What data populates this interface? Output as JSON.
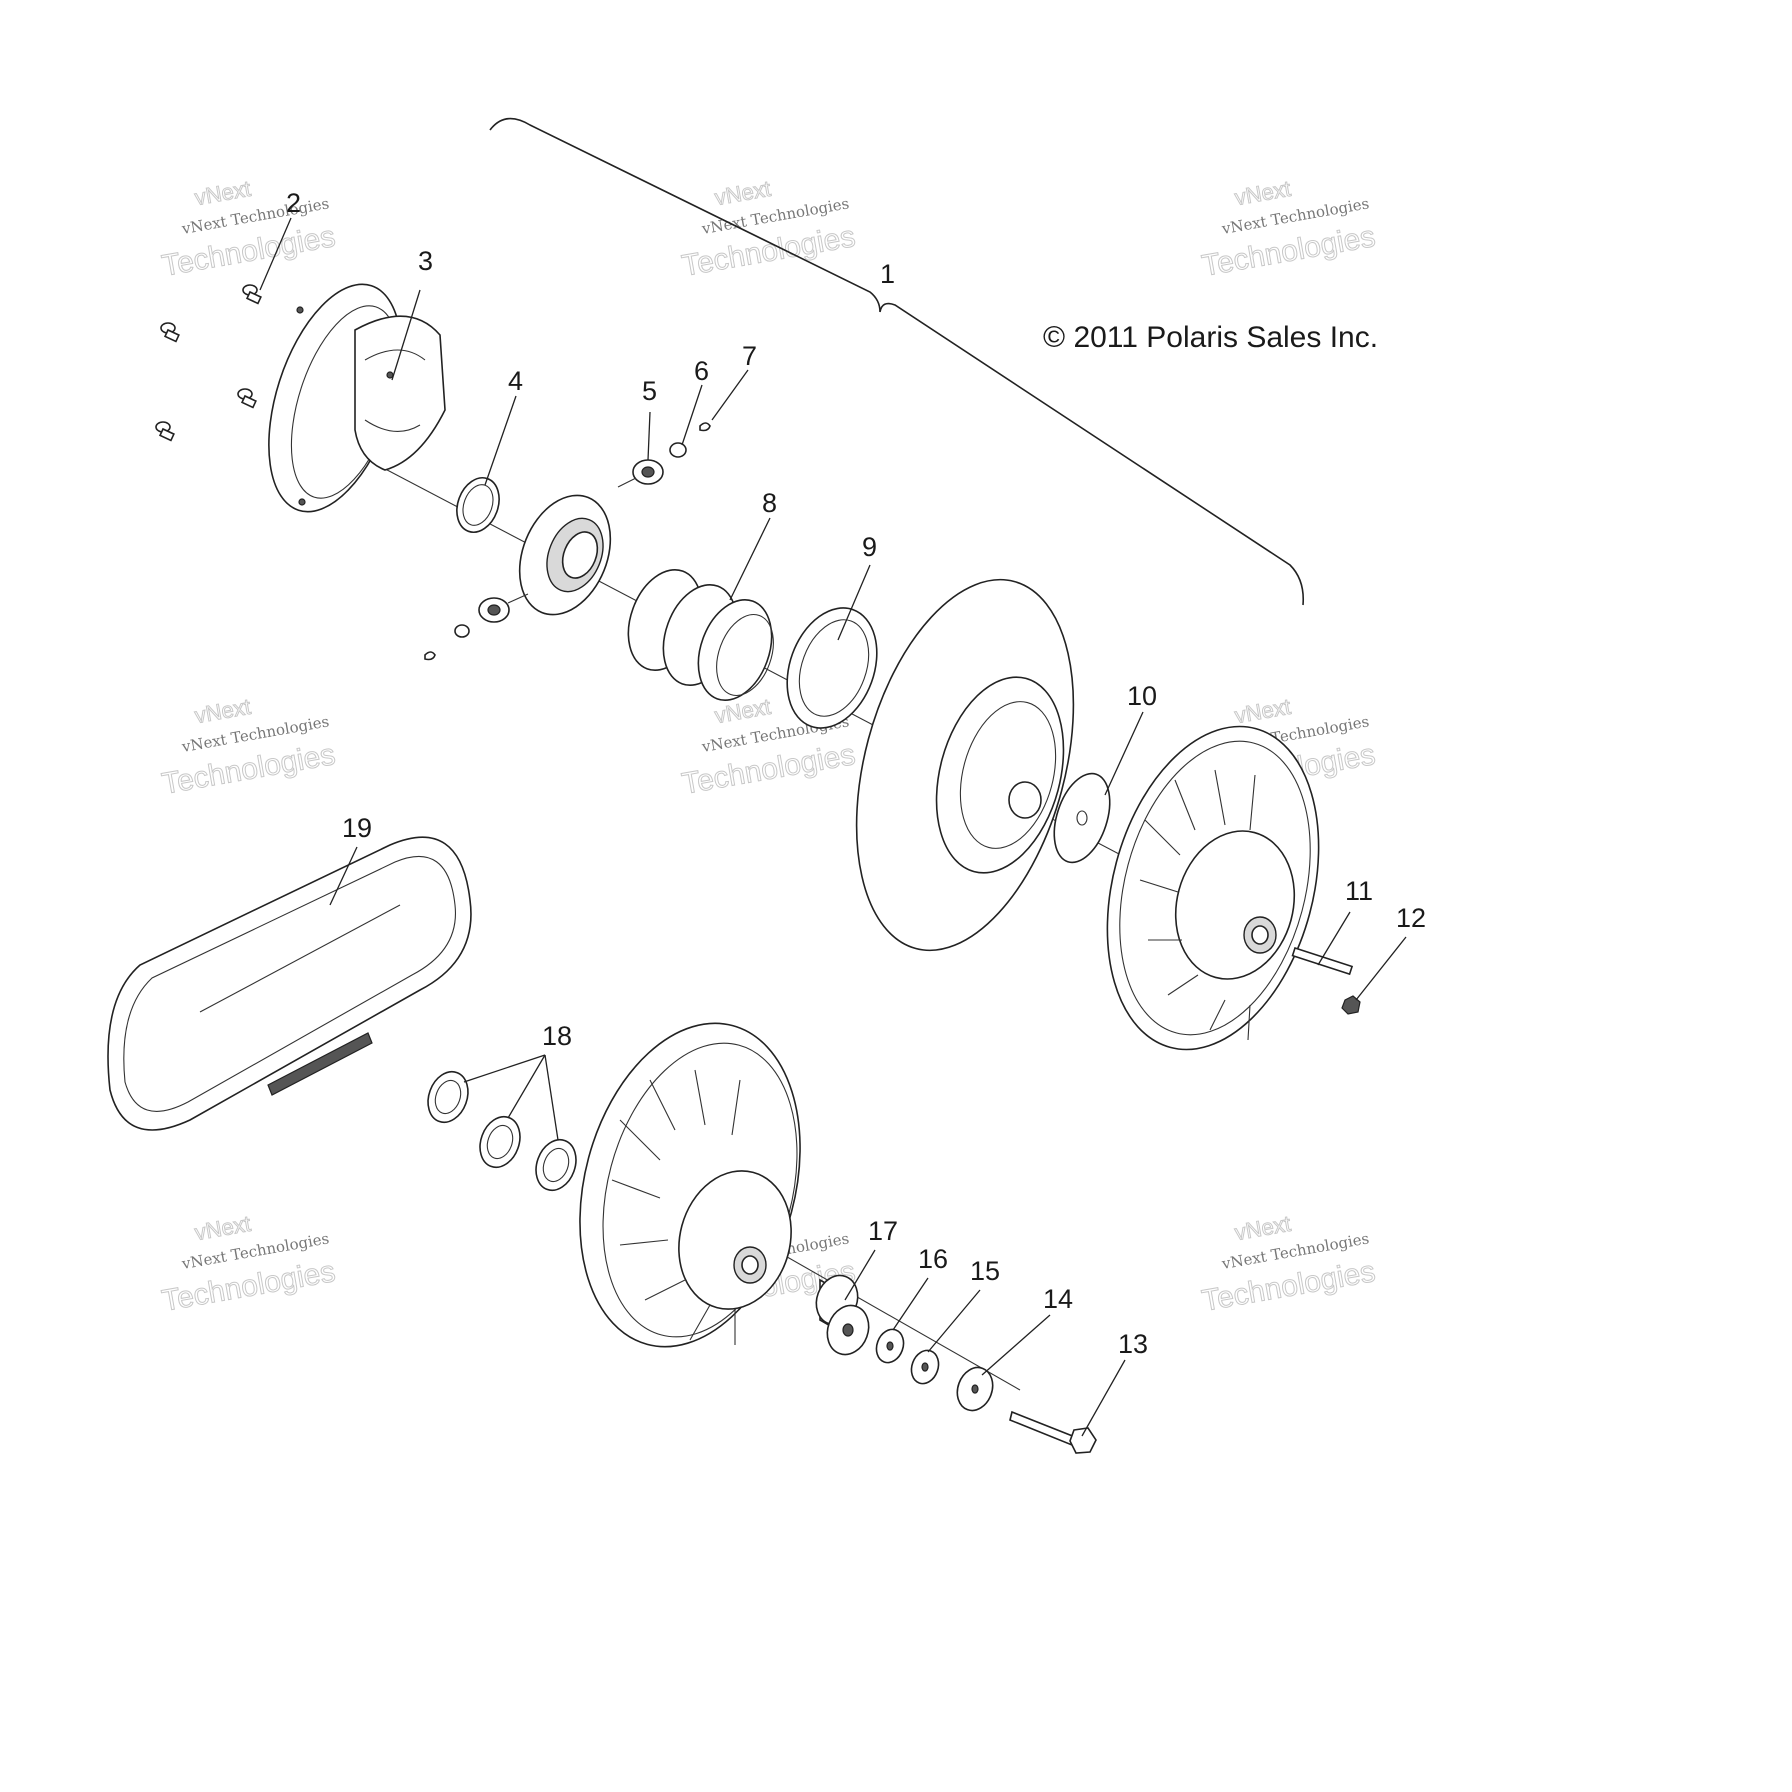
{
  "copyright": "© 2011 Polaris Sales Inc.",
  "watermark": {
    "small": "vNext Technologies",
    "big": "Technologies",
    "tilt": "vNext"
  },
  "callouts": [
    "1",
    "2",
    "3",
    "4",
    "5",
    "6",
    "7",
    "8",
    "9",
    "10",
    "11",
    "12",
    "13",
    "14",
    "15",
    "16",
    "17",
    "18",
    "19"
  ]
}
